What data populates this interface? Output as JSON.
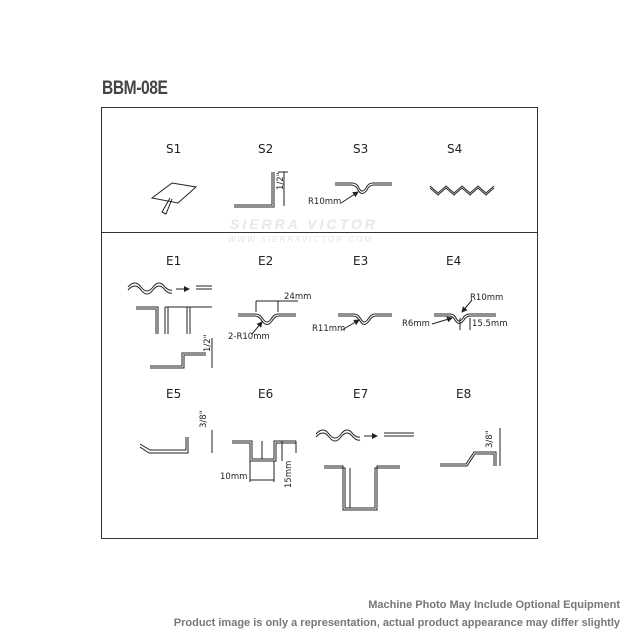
{
  "title": "BBM-08E",
  "watermark": {
    "line1": "SIERRA VICTOR",
    "line2": "WWW.SIERRAVICTOR.COM"
  },
  "top_labels": [
    "S1",
    "S2",
    "S3",
    "S4"
  ],
  "bottom_labels": [
    "E1",
    "E2",
    "E3",
    "E4",
    "E5",
    "E6",
    "E7",
    "E8"
  ],
  "dims": {
    "s2": "1/2\"",
    "s3": "R10mm",
    "e1": "1/2\"",
    "e2_top": "24mm",
    "e2_bottom": "2-R10mm",
    "e3": "R11mm",
    "e4_r": "R10mm",
    "e4_left": "R6mm",
    "e4_right": "15.5mm",
    "e5": "3/8\"",
    "e6_w": "10mm",
    "e6_h": "15mm",
    "e8": "3/8\""
  },
  "footer": {
    "line1": "Machine Photo May Include Optional Equipment",
    "line2": "Product image is only a representation, actual product appearance may differ slightly"
  }
}
